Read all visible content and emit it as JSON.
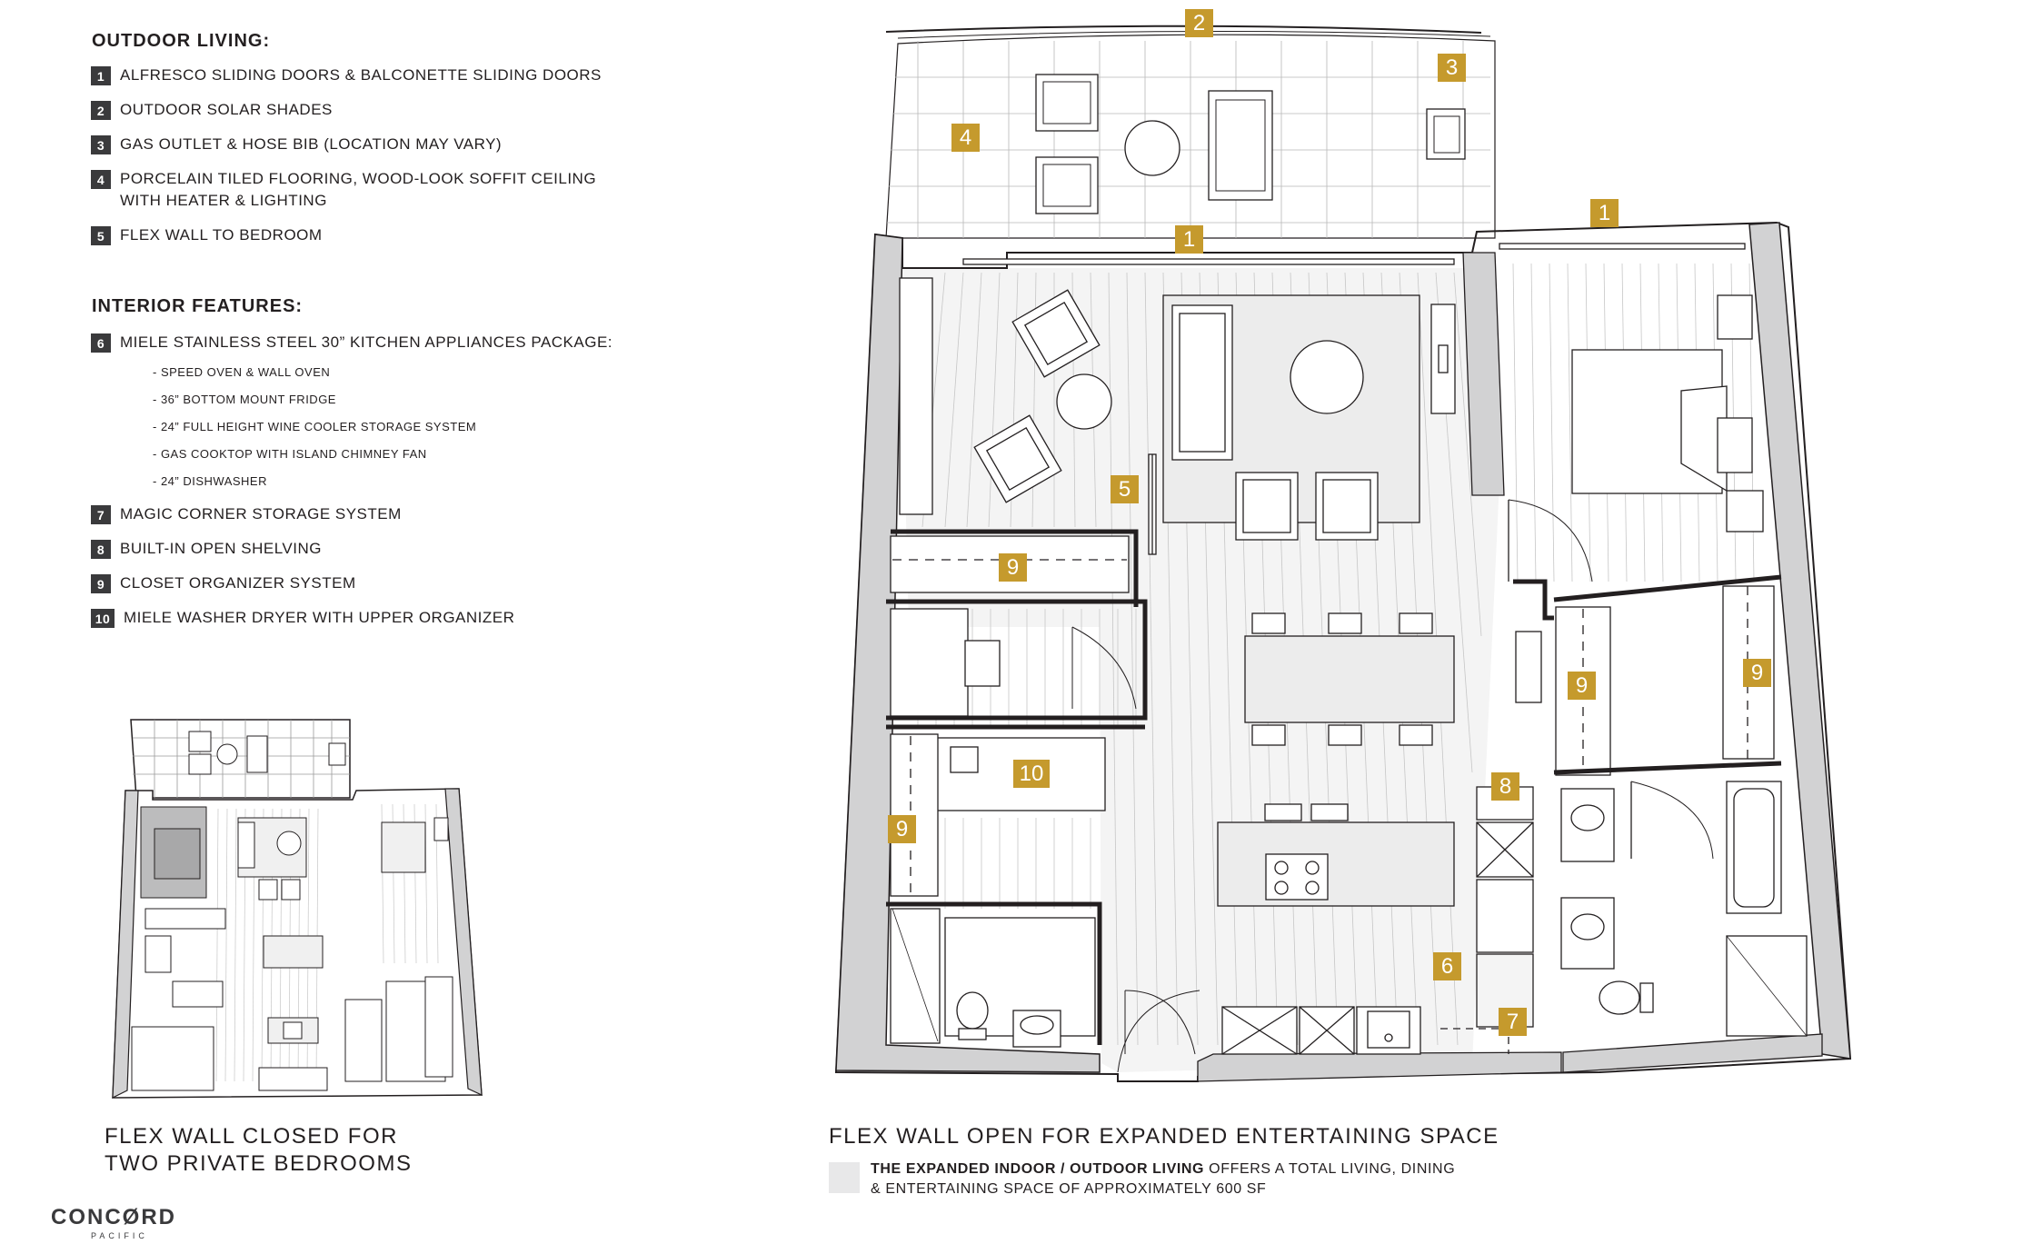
{
  "outdoor": {
    "heading": "OUTDOOR LIVING:",
    "items": [
      {
        "num": "1",
        "text": "ALFRESCO SLIDING DOORS & BALCONETTE SLIDING DOORS"
      },
      {
        "num": "2",
        "text": "OUTDOOR SOLAR SHADES"
      },
      {
        "num": "3",
        "text": "GAS OUTLET & HOSE BIB (LOCATION MAY VARY)"
      },
      {
        "num": "4",
        "text": "PORCELAIN TILED FLOORING, WOOD-LOOK SOFFIT CEILING",
        "text2": "WITH HEATER & LIGHTING"
      },
      {
        "num": "5",
        "text": "FLEX WALL TO BEDROOM"
      }
    ]
  },
  "interior": {
    "heading": "INTERIOR FEATURES:",
    "items": [
      {
        "num": "6",
        "text": "MIELE STAINLESS STEEL 30” KITCHEN APPLIANCES PACKAGE:"
      },
      {
        "num": "7",
        "text": "MAGIC CORNER STORAGE SYSTEM"
      },
      {
        "num": "8",
        "text": "BUILT-IN OPEN SHELVING"
      },
      {
        "num": "9",
        "text": "CLOSET ORGANIZER SYSTEM"
      },
      {
        "num": "10",
        "text": "MIELE WASHER DRYER WITH UPPER ORGANIZER"
      }
    ],
    "sub_items": [
      "- SPEED OVEN & WALL OVEN",
      "- 36” BOTTOM MOUNT FRIDGE",
      "- 24” FULL HEIGHT WINE COOLER STORAGE SYSTEM",
      "- GAS COOKTOP WITH ISLAND CHIMNEY FAN",
      "- 24” DISHWASHER"
    ]
  },
  "captions": {
    "closed_line1": "FLEX WALL CLOSED FOR",
    "closed_line2": "TWO PRIVATE BEDROOMS",
    "open": "FLEX WALL OPEN FOR EXPANDED ENTERTAINING SPACE"
  },
  "note": {
    "bold": "THE EXPANDED INDOOR / OUTDOOR LIVING",
    "rest": " OFFERS A TOTAL LIVING, DINING",
    "line2": "& ENTERTAINING SPACE OF APPROXIMATELY 600 SF"
  },
  "brand": {
    "name": "CONCØRD",
    "sub": "PACIFIC"
  },
  "plan_tags": [
    "1",
    "2",
    "3",
    "4",
    "1",
    "5",
    "9",
    "10",
    "9",
    "9",
    "9",
    "8",
    "6",
    "7"
  ],
  "colors": {
    "accent": "#c59a2d",
    "wall": "#d2d2d3",
    "shade": "#e8e8e9",
    "line": "#231f20",
    "num_box": "#3a3a3c"
  }
}
